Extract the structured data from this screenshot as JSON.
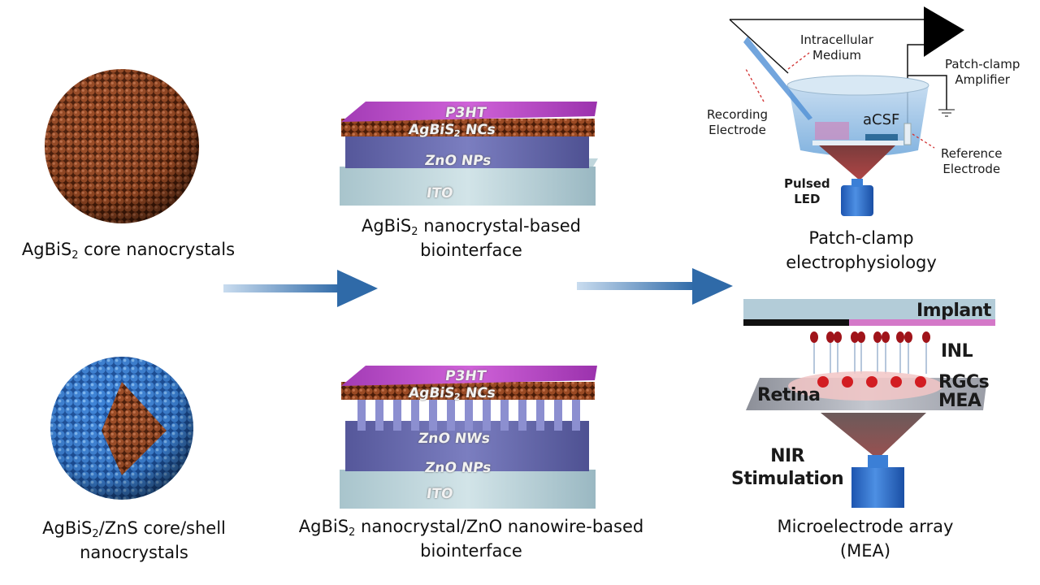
{
  "panels": {
    "core": {
      "prefix": "AgBiS",
      "sub": "2",
      "suffix": " core nanocrystals"
    },
    "core_shell": {
      "prefix": "AgBiS",
      "sub": "2",
      "line1_suffix": "/ZnS core/shell",
      "line2": "nanocrystals"
    },
    "device_nc": {
      "prefix": "AgBiS",
      "sub": "2",
      "line1_suffix": " nanocrystal-based",
      "line2": "biointerface",
      "layers": {
        "p3ht": "P3HT",
        "ncs_prefix": "AgBiS",
        "ncs_sub": "2",
        "ncs_suffix": " NCs",
        "zno_nps": "ZnO NPs",
        "ito": "ITO"
      }
    },
    "device_nw": {
      "prefix": "AgBiS",
      "sub": "2",
      "line1_suffix": " nanocrystal/ZnO nanowire-based",
      "line2": "biointerface",
      "layers": {
        "p3ht": "P3HT",
        "ncs_prefix": "AgBiS",
        "ncs_sub": "2",
        "ncs_suffix": " NCs",
        "zno_nws": "ZnO NWs",
        "zno_nps": "ZnO NPs",
        "ito": "ITO"
      }
    },
    "patch_clamp": {
      "line1": "Patch-clamp",
      "line2": "electrophysiology",
      "labels": {
        "intracellular_1": "Intracellular",
        "intracellular_2": "Medium",
        "recording_1": "Recording",
        "recording_2": "Electrode",
        "amplifier_1": "Patch-clamp",
        "amplifier_2": "Amplifier",
        "acsf": "aCSF",
        "reference_1": "Reference",
        "reference_2": "Electrode",
        "led_1": "Pulsed",
        "led_2": "LED"
      }
    },
    "mea": {
      "line1": "Microelectrode array",
      "line2": "(MEA)",
      "labels": {
        "implant": "Implant",
        "inl": "INL",
        "rgcs": "RGCs",
        "mea": "MEA",
        "retina": "Retina",
        "nir_1": "NIR",
        "nir_2": "Stimulation"
      }
    }
  },
  "colors": {
    "core": "#8a3f1e",
    "shell": "#3a7fd0",
    "p3ht": "#b23ec0",
    "arrow": "#2f6aa8",
    "pointer": "#d33a3a"
  }
}
